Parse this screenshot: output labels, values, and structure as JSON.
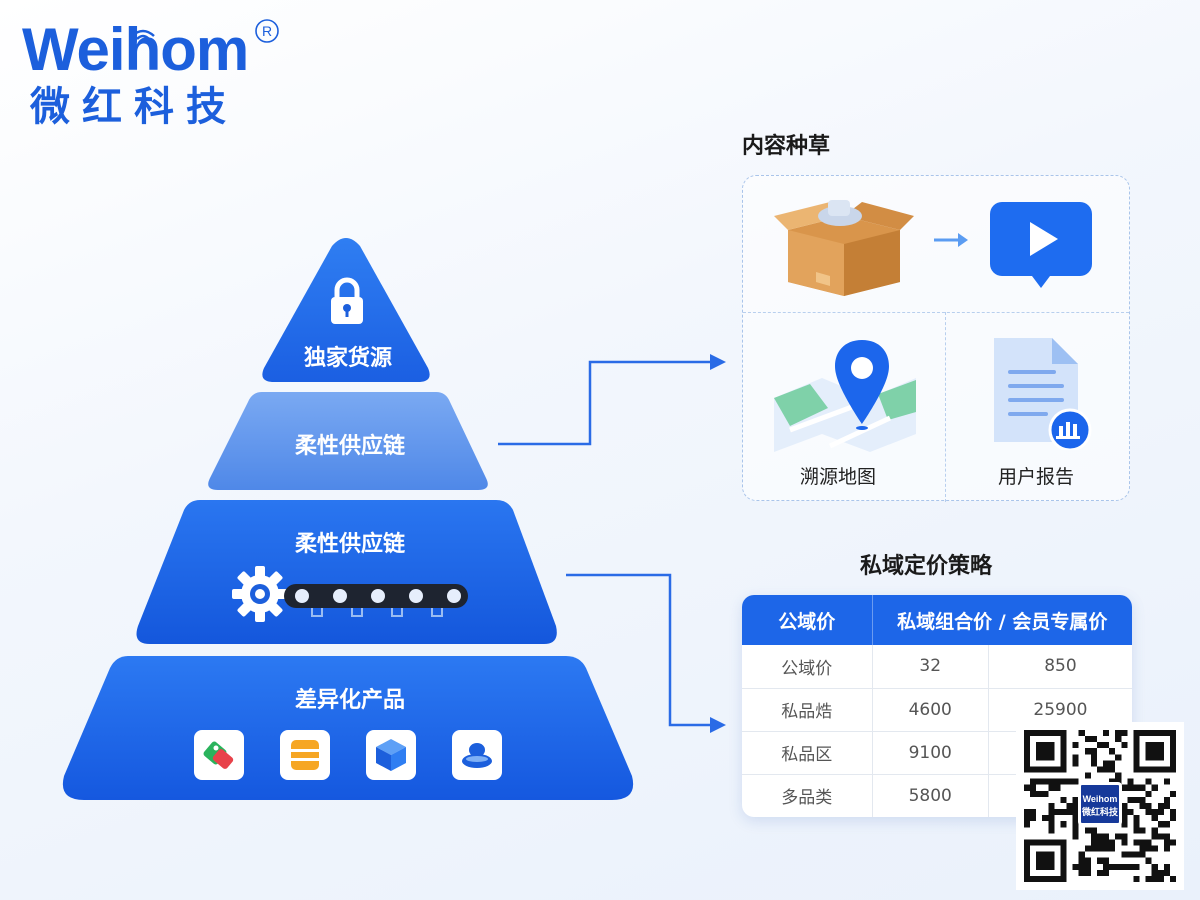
{
  "logo": {
    "brand_en": "Weihom",
    "registered_mark": "R",
    "brand_cn": "微红科技"
  },
  "pyramid": {
    "tier1": {
      "label": "独家货源",
      "icon": "lock-icon"
    },
    "tier2": {
      "label": "柔性供应链"
    },
    "tier3": {
      "label": "柔性供应链",
      "icon": "gear-conveyor-icon"
    },
    "tier4": {
      "label": "差异化产品",
      "icons": [
        "tag-icon",
        "barrel-icon",
        "cube-icon",
        "bowl-icon"
      ]
    }
  },
  "content_section": {
    "title": "内容种草",
    "items": [
      {
        "icon": "package-box-icon"
      },
      {
        "icon": "video-play-icon"
      },
      {
        "icon": "map-pin-icon",
        "label": "溯源地图"
      },
      {
        "icon": "document-report-icon",
        "label": "用户报告"
      }
    ]
  },
  "pricing_section": {
    "title": "私域定价策略",
    "headers": [
      "公域价",
      "私域组合价 / 会员专属价"
    ],
    "rows": [
      [
        "公域价",
        "32",
        "850"
      ],
      [
        "私品焅",
        "4600",
        "25900"
      ],
      [
        "私品区",
        "9100",
        ""
      ],
      [
        "多品类",
        "5800",
        ""
      ]
    ]
  },
  "qr": {
    "badge_text_en": "Weihom",
    "badge_text_cn": "微红科技"
  },
  "colors": {
    "brand_blue": "#1c5fdc",
    "tier_light": "#5d95ee",
    "tier_dark": "#1f68ec",
    "accent_orange": "#f6a623",
    "table_header": "#1d66e8"
  }
}
